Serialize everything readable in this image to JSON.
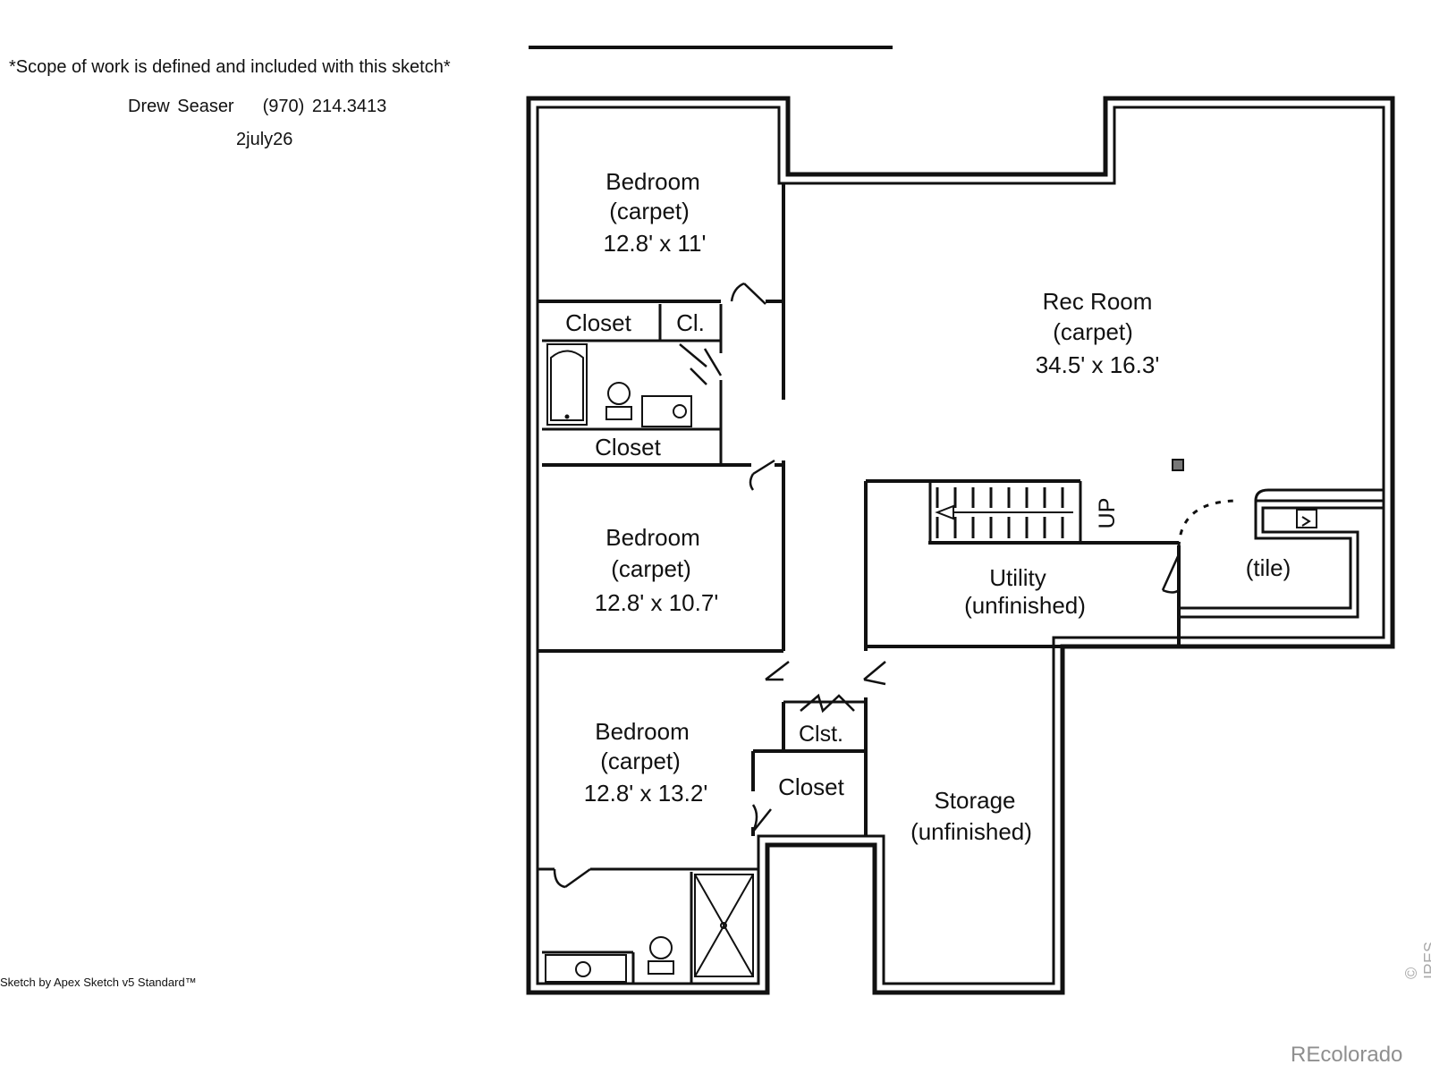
{
  "header": {
    "scope_note": "*Scope of work is defined and included with this sketch*",
    "contact_name": "Drew Seaser",
    "contact_phone": "(970) 214.3413",
    "date": "2july26"
  },
  "footer": {
    "credit": "Sketch by Apex Sketch v5 Standard™"
  },
  "watermarks": {
    "ires": "© IRES",
    "recolorado": "REcolorado"
  },
  "rooms": {
    "bedroom_top": {
      "name": "Bedroom",
      "floor": "(carpet)",
      "size": "12.8' x 11'"
    },
    "bedroom_mid": {
      "name": "Bedroom",
      "floor": "(carpet)",
      "size": "12.8' x 10.7'"
    },
    "bedroom_bottom": {
      "name": "Bedroom",
      "floor": "(carpet)",
      "size": "12.8' x 13.2'"
    },
    "rec_room": {
      "name": "Rec Room",
      "floor": "(carpet)",
      "size": "34.5' x 16.3'"
    },
    "utility": {
      "name": "Utility",
      "floor": "(unfinished)"
    },
    "storage": {
      "name": "Storage",
      "floor": "(unfinished)"
    },
    "tile_area": {
      "floor": "(tile)"
    },
    "closet_1": {
      "name": "Closet"
    },
    "closet_cl": {
      "name": "Cl."
    },
    "closet_2": {
      "name": "Closet"
    },
    "closet_clst": {
      "name": "Clst."
    },
    "closet_3": {
      "name": "Closet"
    },
    "stairs": {
      "label": "UP"
    }
  },
  "colors": {
    "wall": "#111111",
    "background": "#ffffff",
    "watermark": "#9a9a9a"
  }
}
